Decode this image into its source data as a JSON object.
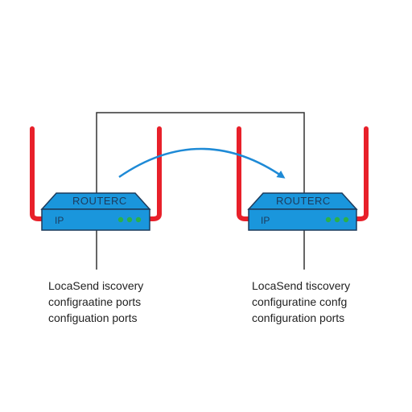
{
  "routers": [
    {
      "name": "ROUTERC",
      "ip_label": "IP",
      "caption_lines": [
        "LocaSend iscovery",
        "configraatine ports",
        "configuation ports"
      ]
    },
    {
      "name": "ROUTERC",
      "ip_label": "IP",
      "caption_lines": [
        "LocaSend tiscovery",
        "configuratine confg",
        "configuration ports"
      ]
    }
  ],
  "colors": {
    "router_body": "#1a96dc",
    "router_outline": "#1d3b5c",
    "antenna": "#e8202a",
    "led": "#2bb04a",
    "arrow": "#1e8ad6",
    "wire": "#333333"
  }
}
